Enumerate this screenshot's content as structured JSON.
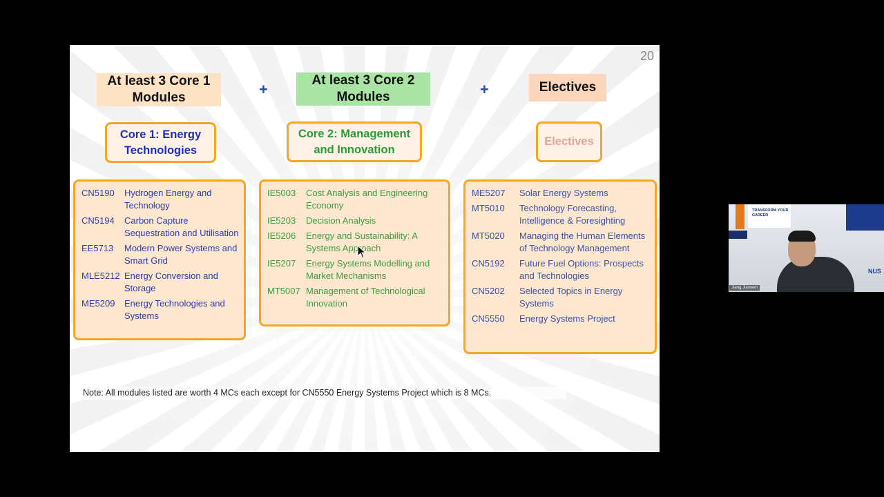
{
  "slide": {
    "page_number": "20",
    "headers": {
      "core1": "At least 3 Core 1 Modules",
      "core2": "At least 3 Core 2 Modules",
      "electives": "Electives"
    },
    "plus_sign": "+",
    "categories": {
      "core1": "Core 1: Energy Technologies",
      "core2": "Core 2: Management and Innovation",
      "electives": "Electives"
    },
    "core1_modules": [
      {
        "code": "CN5190",
        "title": "Hydrogen Energy and Technology"
      },
      {
        "code": "CN5194",
        "title": "Carbon Capture Sequestration and Utilisation"
      },
      {
        "code": "EE5713",
        "title": "Modern Power Systems and Smart Grid"
      },
      {
        "code": "MLE5212",
        "title": "Energy Conversion and Storage"
      },
      {
        "code": "ME5209",
        "title": "Energy Technologies and Systems"
      }
    ],
    "core2_modules": [
      {
        "code": "IE5003",
        "title": "Cost Analysis and Engineering Economy"
      },
      {
        "code": "IE5203",
        "title": "Decision Analysis"
      },
      {
        "code": "IE5206",
        "title": "Energy and Sustainability: A Systems Approach"
      },
      {
        "code": "IE5207",
        "title": "Energy Systems Modelling and Market Mechanisms"
      },
      {
        "code": "MT5007",
        "title": "Management of Technological Innovation"
      }
    ],
    "elective_modules": [
      {
        "code": "ME5207",
        "title": "Solar Energy Systems"
      },
      {
        "code": "MT5010",
        "title": "Technology Forecasting, Intelligence & Foresighting"
      },
      {
        "code": "MT5020",
        "title": "Managing the Human Elements of Technology Management"
      },
      {
        "code": "CN5192",
        "title": "Future Fuel Options: Prospects and Technologies"
      },
      {
        "code": "CN5202",
        "title": "Selected Topics in Energy Systems"
      },
      {
        "code": "CN5550",
        "title": "Energy Systems Project"
      }
    ],
    "note": "Note:  All modules listed are worth 4 MCs each except for CN5550 Energy Systems Project which is 8 MCs."
  },
  "webcam": {
    "name": "Jiang Jianwen",
    "poster_text": "TRANSFORM YOUR CAREER",
    "logo": "NUS"
  },
  "colors": {
    "core1_text": "#1c2fb5",
    "core2_text": "#2a9a3a",
    "electives_text": "#e3a39a",
    "box_border": "#f5a623",
    "core2_header_bg": "#a9e4a4"
  }
}
